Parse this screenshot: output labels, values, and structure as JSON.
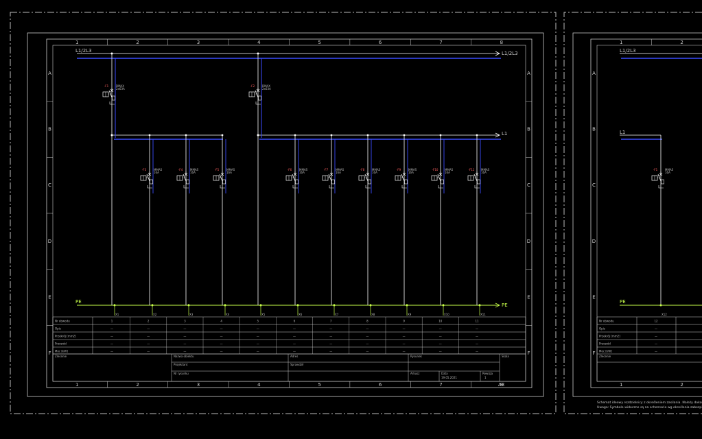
{
  "sheet": {
    "columns": [
      "1",
      "2",
      "3",
      "4",
      "5",
      "6",
      "7",
      "8"
    ],
    "rows": [
      "A",
      "B",
      "C",
      "D",
      "E",
      "F"
    ],
    "bus_top_label": "L1/2L3",
    "bus_mid_label": "L1",
    "pe_label": "PE",
    "format_label": "A3",
    "main_breakers": [
      {
        "tag": "-F1",
        "desc": "DMAX",
        "desc2": "2x63A"
      },
      {
        "tag": "-F2",
        "desc": "DMAX",
        "desc2": "2x63A"
      }
    ],
    "breakers": [
      {
        "tag": "-F3",
        "desc": "MMAS",
        "desc2": "16A"
      },
      {
        "tag": "-F4",
        "desc": "MMAS",
        "desc2": "16A"
      },
      {
        "tag": "-F5",
        "desc": "MMAS",
        "desc2": "16A"
      },
      {
        "tag": "-F6",
        "desc": "MMAS",
        "desc2": "16A"
      },
      {
        "tag": "-F7",
        "desc": "MMAS",
        "desc2": "16A"
      },
      {
        "tag": "-F8",
        "desc": "MMAS",
        "desc2": "16A"
      },
      {
        "tag": "-F9",
        "desc": "MMAS",
        "desc2": "16A"
      },
      {
        "tag": "-F10",
        "desc": "MMAS",
        "desc2": "16A"
      },
      {
        "tag": "-F11",
        "desc": "MMAS",
        "desc2": "16A"
      }
    ],
    "circuit_table": {
      "row_labels": [
        "Nr obwodu",
        "Opis",
        "Przekrój [mm2]",
        "Przewód",
        "Moc [kW]"
      ],
      "circuits": [
        "1",
        "2",
        "3",
        "4",
        "5",
        "6",
        "7",
        "8",
        "9",
        "10",
        "11"
      ]
    },
    "title_block": {
      "cells": [
        "Zlecenie",
        "Nazwa obiektu",
        "Adres",
        "Rysunek",
        "Data",
        "Rewizja",
        "Projektant",
        "Sprawdził",
        "Nr rysunku",
        "Arkusz",
        "Skala"
      ],
      "date": "19.05.2021",
      "sheet_no": "1"
    }
  },
  "sheet2": {
    "columns": [
      "1",
      "2"
    ],
    "bus_top_label": "L1/2L3",
    "bus_mid_label": "L1",
    "pe_label": "PE",
    "breaker": {
      "tag": "-F1",
      "desc": "MMAS",
      "desc2": "16A"
    },
    "circuit_table": {
      "row_labels": [
        "Nr obwodu",
        "Opis",
        "Przekrój [mm2]",
        "Przewód",
        "Moc [kW]"
      ],
      "circuits": [
        "12"
      ]
    },
    "title_block": {
      "cells": [
        "Zlecenie"
      ]
    }
  },
  "footnote": [
    "Schemat ideowy rozdzielnicy z określeniem zasilania. Należy dokonać weryfikacji...",
    "Uwaga: Symbole widoczne są na schemacie wg określenia zabezpieczeń budowlanych..."
  ],
  "colors": {
    "wire": "#ffffff",
    "bus_glow": "#2a3cff",
    "pe": "#c8ff4a",
    "frame": "#cfcfcf"
  }
}
